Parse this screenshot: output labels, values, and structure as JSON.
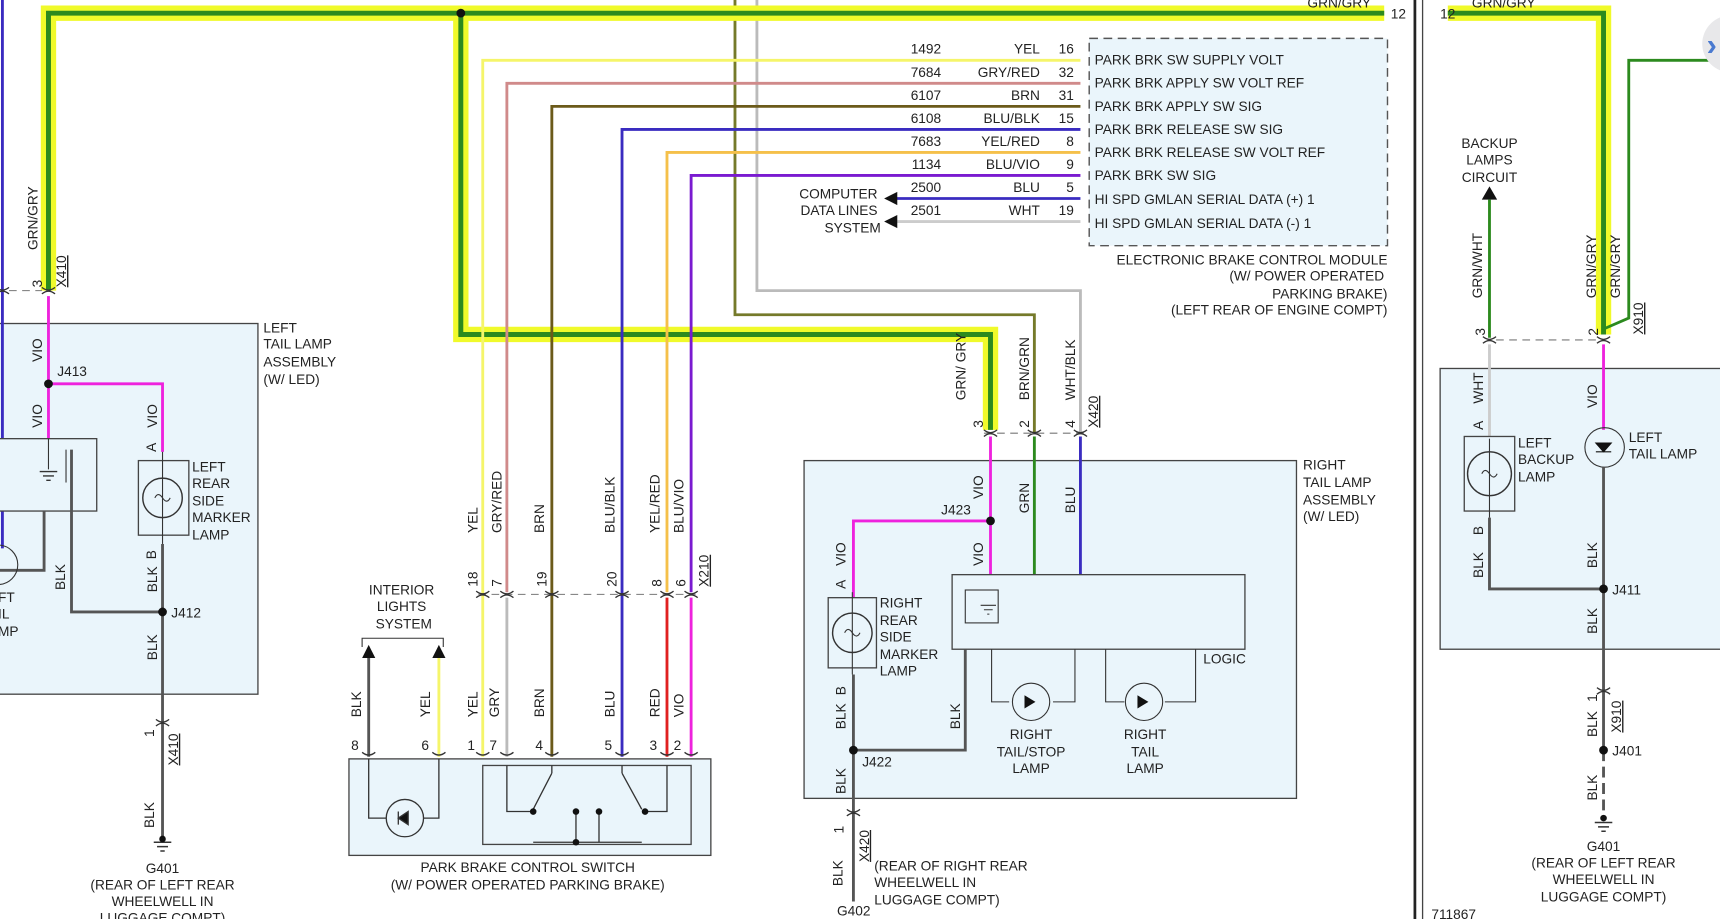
{
  "colors": {
    "highlight": "#f0fa2a",
    "grn": "#2c8a1e",
    "yel": "#f5f56a",
    "gryred": "#d08a8a",
    "brn": "#6b5a1a",
    "blublk": "#3a2cc0",
    "yelred": "#f5c04a",
    "bluvio": "#7a1ad0",
    "blu": "#3a2cc0",
    "wht": "#cccccc",
    "vio": "#ee22dd",
    "blk": "#555555",
    "red": "#e02020",
    "gry": "#bbbbbb",
    "olive": "#757a2a",
    "panel": "#eaf5fb"
  },
  "top_wire": {
    "label": "GRN/GRY",
    "pin": "12"
  },
  "right_top_wire": {
    "label": "GRN/GRY",
    "pin": "12"
  },
  "ebcm": {
    "name": [
      "ELECTRONIC BRAKE CONTROL MODULE",
      "(W/ POWER OPERATED",
      "PARKING BRAKE)",
      "(LEFT REAR OF ENGINE COMPT)"
    ],
    "pins": [
      {
        "circuit": "1492",
        "color": "YEL",
        "pin": "16",
        "function": "PARK BRK SW SUPPLY VOLT"
      },
      {
        "circuit": "7684",
        "color": "GRY/RED",
        "pin": "32",
        "function": "PARK BRK APPLY SW VOLT REF"
      },
      {
        "circuit": "6107",
        "color": "BRN",
        "pin": "31",
        "function": "PARK BRK APPLY SW SIG"
      },
      {
        "circuit": "6108",
        "color": "BLU/BLK",
        "pin": "15",
        "function": "PARK BRK RELEASE SW SIG"
      },
      {
        "circuit": "7683",
        "color": "YEL/RED",
        "pin": "8",
        "function": "PARK BRK RELEASE SW VOLT REF"
      },
      {
        "circuit": "1134",
        "color": "BLU/VIO",
        "pin": "9",
        "function": "PARK BRK SW SIG"
      },
      {
        "circuit": "2500",
        "color": "BLU",
        "pin": "5",
        "function": "HI SPD GMLAN SERIAL DATA (+) 1"
      },
      {
        "circuit": "2501",
        "color": "WHT",
        "pin": "19",
        "function": "HI SPD GMLAN SERIAL DATA (-) 1"
      }
    ]
  },
  "computer_data_lines": [
    "COMPUTER",
    "DATA LINES",
    "SYSTEM"
  ],
  "left_tail": {
    "name": [
      "LEFT",
      "TAIL LAMP",
      "ASSEMBLY",
      "(W/ LED)"
    ],
    "x410_top": {
      "connector": "X410",
      "pin": "3",
      "wire": "GRN/GRY"
    },
    "vio1": "VIO",
    "vio2": "VIO",
    "vio3": "VIO",
    "j413": "J413",
    "marker": [
      "LEFT",
      "REAR",
      "SIDE",
      "MARKER",
      "LAMP"
    ],
    "pin_a": "A",
    "pin_b": "B",
    "blk1": "BLK",
    "blk2": "BLK",
    "blk3": "BLK",
    "blk4": "BLK",
    "j412": "J412",
    "partial_lamp": [
      "FT",
      "IL",
      "MP"
    ],
    "x410_bottom": {
      "connector": "X410",
      "pin": "1"
    },
    "ground": [
      "G401",
      "(REAR OF LEFT REAR",
      "WHEELWELL IN",
      "LUGGAGE COMPT)"
    ]
  },
  "switch": {
    "name": [
      "PARK BRAKE CONTROL SWITCH",
      "(W/ POWER OPERATED PARKING BRAKE)"
    ],
    "x210": {
      "connector": "X210",
      "pins": [
        "18",
        "7",
        "19",
        "20",
        "8",
        "6"
      ],
      "top_colors": [
        "YEL",
        "GRY/RED",
        "BRN",
        "BLU/BLK",
        "YEL/RED",
        "BLU/VIO"
      ],
      "bottom_colors": [
        "YEL",
        "GRY",
        "BRN",
        "BLU",
        "RED",
        "VIO"
      ]
    },
    "pins": [
      "8",
      "6",
      "1",
      "7",
      "4",
      "5",
      "3",
      "2"
    ],
    "interior": [
      "INTERIOR",
      "LIGHTS",
      "SYSTEM"
    ],
    "int_colors": [
      "BLK",
      "YEL"
    ]
  },
  "right_tail": {
    "name": [
      "RIGHT",
      "TAIL LAMP",
      "ASSEMBLY",
      "(W/ LED)"
    ],
    "x420_top": {
      "connector": "X420",
      "pins": [
        "3",
        "2",
        "4"
      ],
      "colors": [
        "GRN/ GRY",
        "BRN/GRN",
        "WHT/BLK"
      ]
    },
    "inner_colors": [
      "VIO",
      "GRN",
      "BLU"
    ],
    "j423": "J423",
    "vio2": "VIO",
    "vio3": "VIO",
    "marker": [
      "RIGHT",
      "REAR",
      "SIDE",
      "MARKER",
      "LAMP"
    ],
    "pin_a": "A",
    "pin_b": "B",
    "logic": "LOGIC",
    "tail_stop": [
      "RIGHT",
      "TAIL/STOP",
      "LAMP"
    ],
    "tail": [
      "RIGHT",
      "TAIL",
      "LAMP"
    ],
    "blk1": "BLK",
    "blk2": "BLK",
    "blk3": "BLK",
    "blk4": "BLK",
    "j422": "J422",
    "x420_bottom": {
      "connector": "X420",
      "pin": "1"
    },
    "ground": [
      "G402",
      "(REAR OF RIGHT REAR",
      "WHEELWELL IN",
      "LUGGAGE COMPT)"
    ]
  },
  "right_panel": {
    "backup_circuit": [
      "BACKUP",
      "LAMPS",
      "CIRCUIT"
    ],
    "grnwht": "GRN/WHT",
    "grngry1": "GRN/GRY",
    "grngry2": "GRN/GRY",
    "x910_top": {
      "connector": "X910",
      "pins": [
        "3",
        "2"
      ]
    },
    "wht": "WHT",
    "vio": "VIO",
    "pin_a": "A",
    "pin_b": "B",
    "backup_lamp": [
      "LEFT",
      "BACKUP",
      "LAMP"
    ],
    "tail_lamp": [
      "LEFT",
      "TAIL LAMP"
    ],
    "blk1": "BLK",
    "blk2": "BLK",
    "blk3": "BLK",
    "blk4": "BLK",
    "blk5": "BLK",
    "j411": "J411",
    "j401": "J401",
    "x910_bottom": {
      "connector": "X910",
      "pin": "1"
    },
    "ground": [
      "G401",
      "(REAR OF LEFT REAR",
      "WHEELWELL IN",
      "LUGGAGE COMPT)"
    ],
    "diagram_id": "711867"
  },
  "nav": {
    "next_icon": "chevron-right-icon",
    "next_glyph": "›"
  }
}
